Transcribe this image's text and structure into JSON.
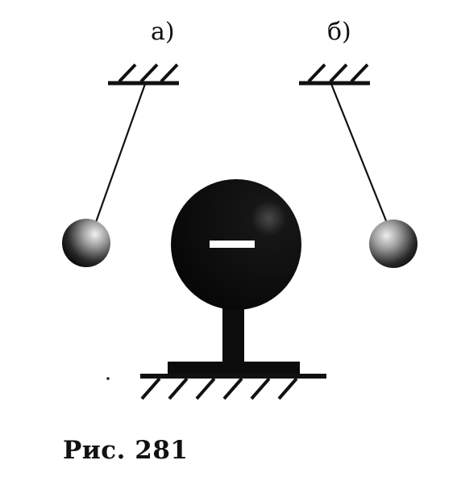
{
  "labels": {
    "left": "а)",
    "right": "б)"
  },
  "caption": "Рис. 281",
  "sphere_charge_symbol": "–"
}
